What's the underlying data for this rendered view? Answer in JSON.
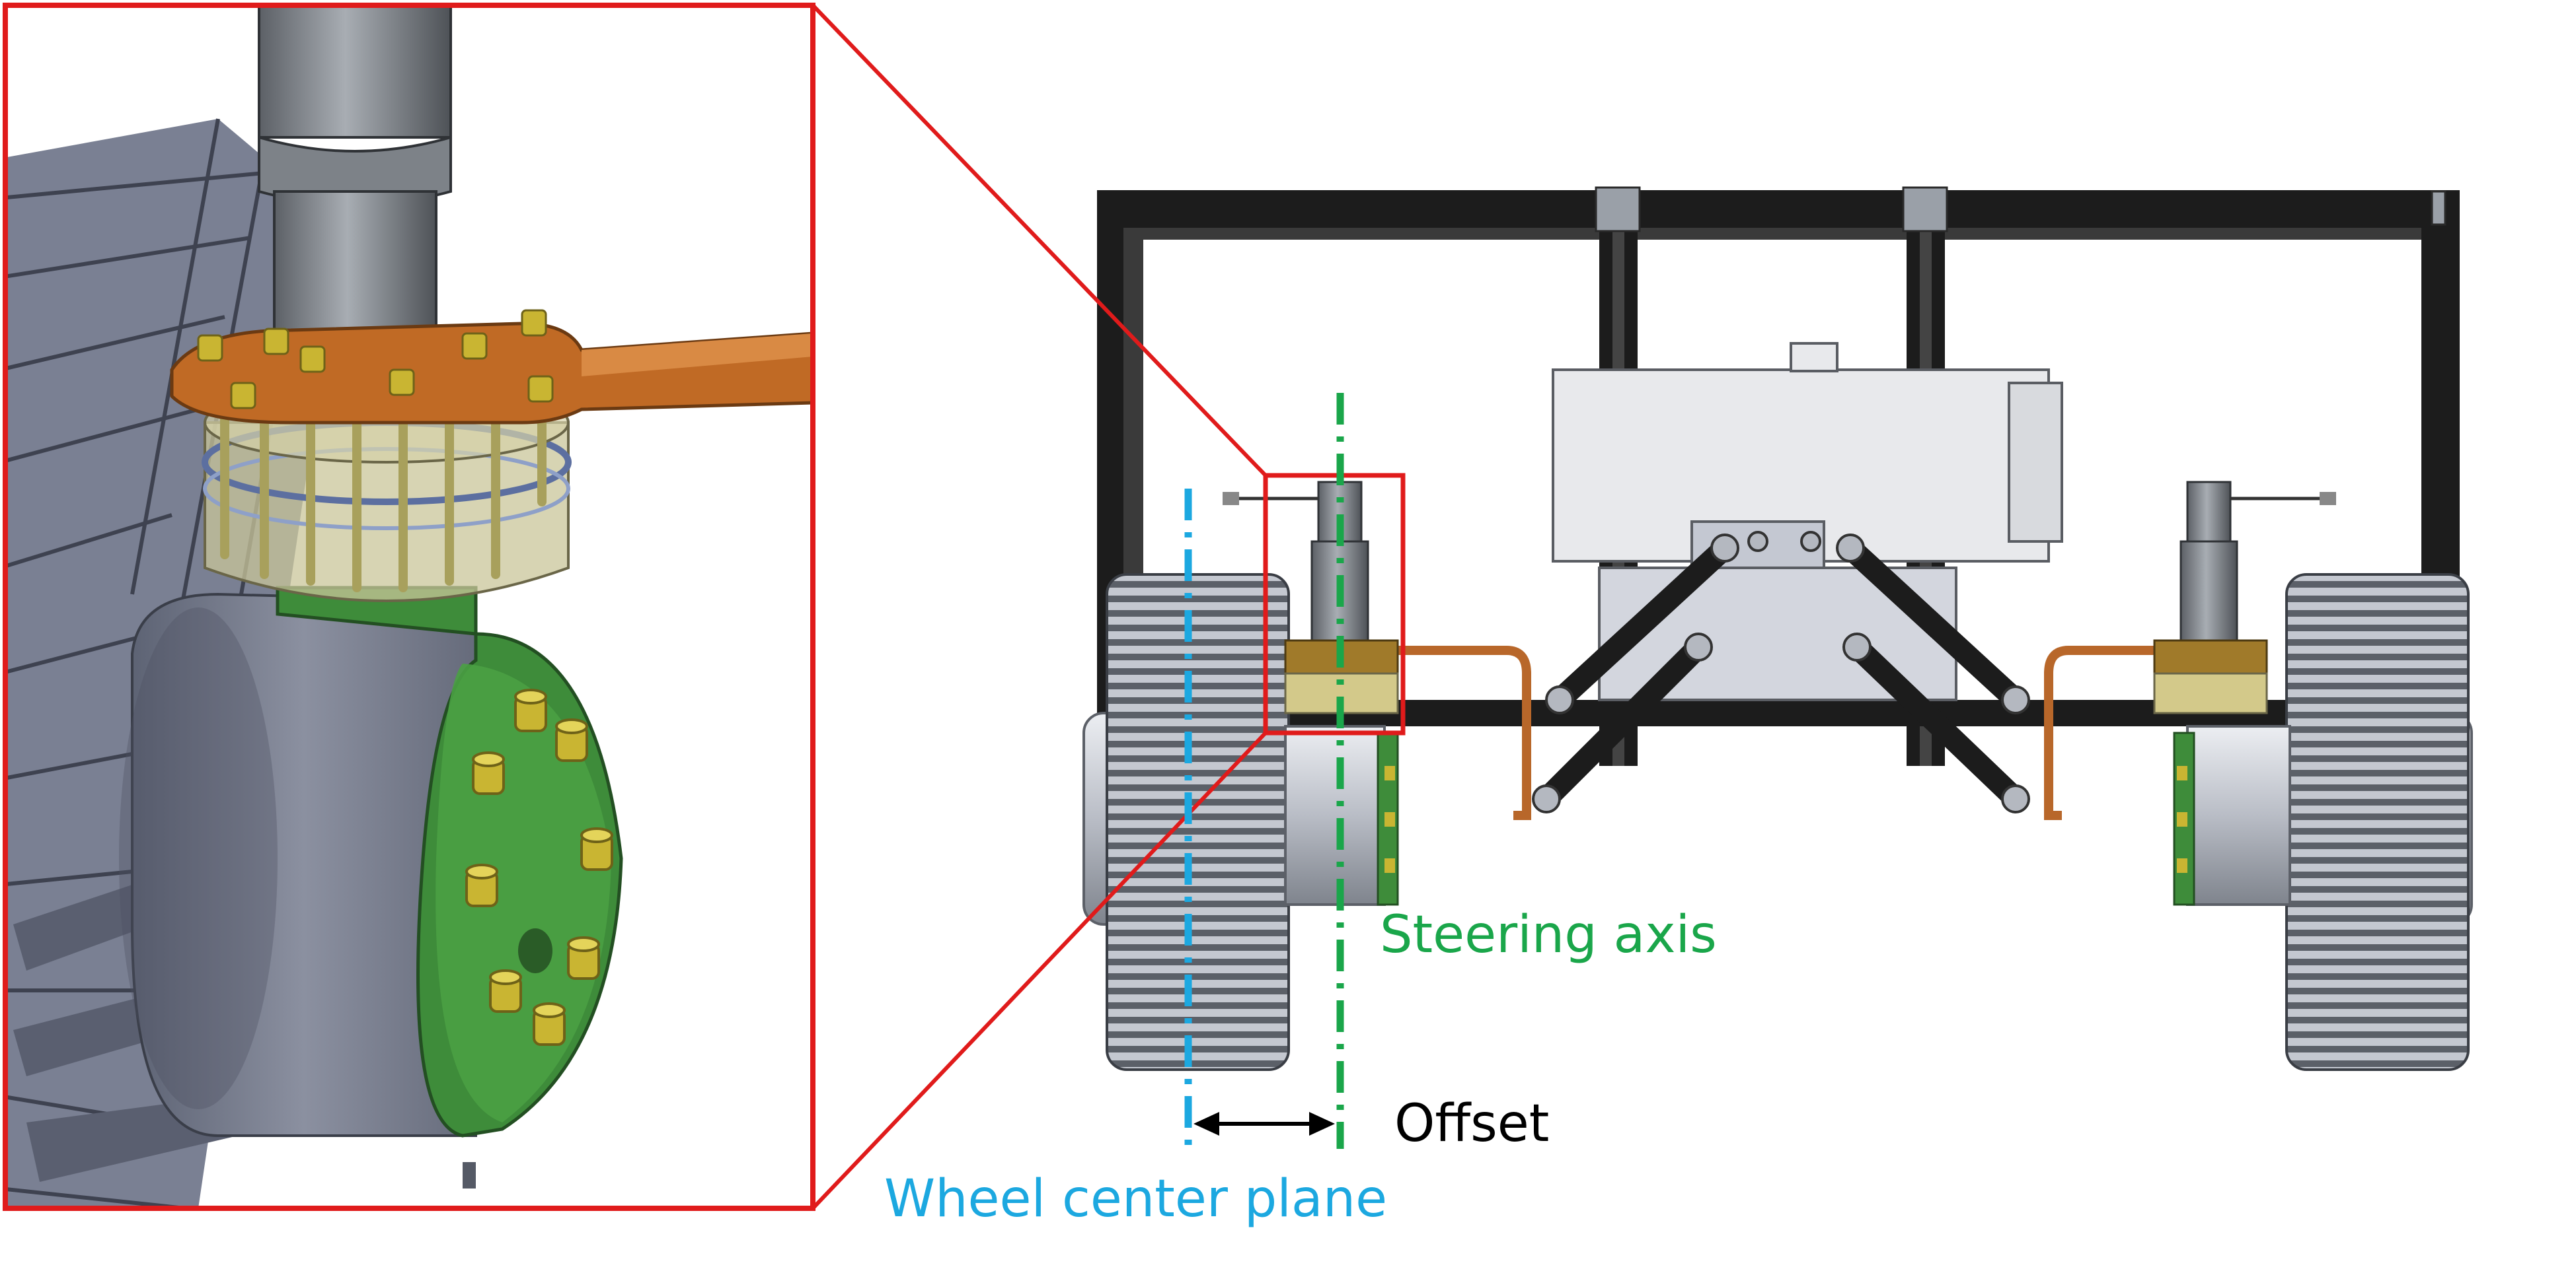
{
  "labels": {
    "steering_axis": "Steering axis",
    "offset": "Offset",
    "wheel_center_plane": "Wheel center plane"
  },
  "colors": {
    "steering_axis": "#1aa64a",
    "wheel_center_plane": "#1ca8e0",
    "offset": "#000000",
    "detail_frame": "#e01b1b",
    "frame_black": "#1c1c1c",
    "bracket_copper": "#c8742e",
    "hub_green": "#3f8f3c",
    "bolt_yellow": "#c8b830",
    "steel_grey": "#8a8f98"
  }
}
